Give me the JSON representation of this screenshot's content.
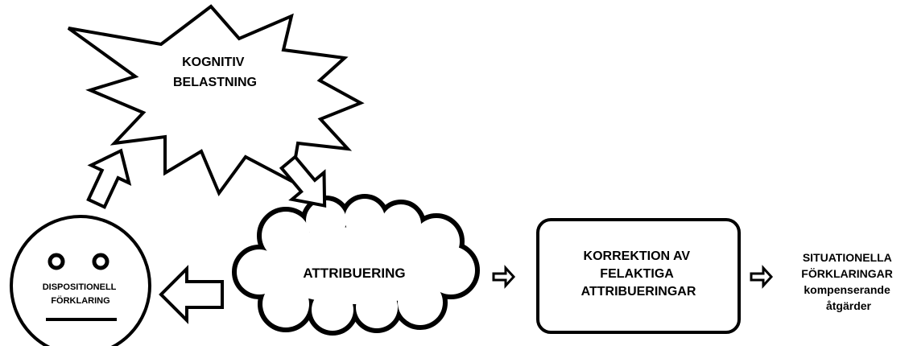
{
  "nodes": {
    "cognitive_load": {
      "lines": [
        "KOGNITIV",
        "BELASTNING"
      ]
    },
    "attribution": {
      "label": "ATTRIBUERING"
    },
    "dispositional": {
      "lines": [
        "DISPOSITIONELL",
        "FÖRKLARING"
      ]
    },
    "correction": {
      "lines": [
        "KORREKTION AV",
        "FELAKTIGA",
        "ATTRIBUERINGAR"
      ]
    },
    "situational": {
      "lines": [
        "SITUATIONELLA",
        "FÖRKLARINGAR",
        "kompenserande",
        "åtgärder"
      ]
    }
  },
  "edges": [
    {
      "from": "dispositional",
      "to": "cognitive_load",
      "style": "hollow-block-arrow"
    },
    {
      "from": "cognitive_load",
      "to": "attribution",
      "style": "hollow-block-arrow"
    },
    {
      "from": "attribution",
      "to": "dispositional",
      "style": "hollow-block-arrow"
    },
    {
      "from": "attribution",
      "to": "correction",
      "style": "small-hollow-arrow"
    },
    {
      "from": "correction",
      "to": "situational",
      "style": "small-hollow-arrow"
    }
  ],
  "colors": {
    "stroke": "#000000",
    "fill": "#ffffff"
  }
}
